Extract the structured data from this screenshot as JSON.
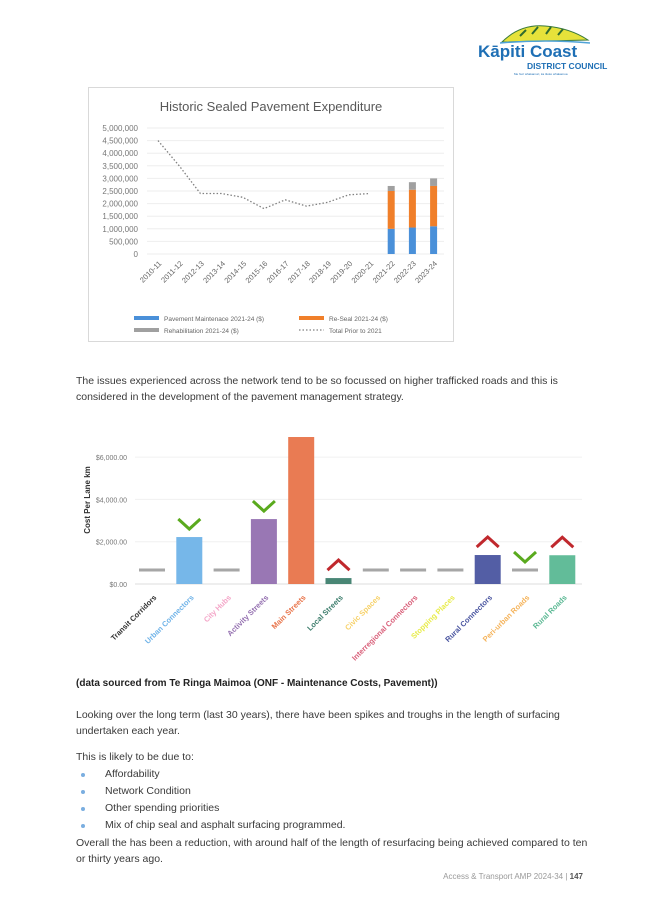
{
  "header": {
    "logo_name": "Kāpiti Coast",
    "logo_sub": "DISTRICT COUNCIL",
    "logo_tagline": "Me huri whakamuri, ka titoko whakamua"
  },
  "chart_data": [
    {
      "type": "bar",
      "title": "Historic Sealed Pavement Expenditure",
      "categories": [
        "2010-11",
        "2011-12",
        "2012-13",
        "2013-14",
        "2014-15",
        "2015-16",
        "2016-17",
        "2017-18",
        "2018-19",
        "2019-20",
        "2020-21",
        "2021-22",
        "2022-23",
        "2023-24"
      ],
      "ylim": [
        0,
        5000000
      ],
      "yticks": [
        "0",
        "500,000",
        "1,000,000",
        "1,500,000",
        "2,000,000",
        "2,500,000",
        "3,000,000",
        "3,500,000",
        "4,000,000",
        "4,500,000",
        "5,000,000"
      ],
      "series": [
        {
          "name": "Pavement Maintenace 2021-24 ($)",
          "kind": "stacked-bar",
          "color": "#4a90d9",
          "values": [
            null,
            null,
            null,
            null,
            null,
            null,
            null,
            null,
            null,
            null,
            null,
            1000000,
            1050000,
            1100000
          ]
        },
        {
          "name": "Re-Seal 2021-24 ($)",
          "kind": "stacked-bar",
          "color": "#f07f2a",
          "values": [
            null,
            null,
            null,
            null,
            null,
            null,
            null,
            null,
            null,
            null,
            null,
            1500000,
            1500000,
            1600000
          ]
        },
        {
          "name": "Rehabilitation 2021-24 ($)",
          "kind": "stacked-bar",
          "color": "#a0a0a0",
          "values": [
            null,
            null,
            null,
            null,
            null,
            null,
            null,
            null,
            null,
            null,
            null,
            200000,
            300000,
            300000
          ]
        },
        {
          "name": "Total Prior to 2021",
          "kind": "dotted-line",
          "color": "#808080",
          "values": [
            4500000,
            3500000,
            2400000,
            2400000,
            2250000,
            1800000,
            2150000,
            1900000,
            2050000,
            2350000,
            2400000,
            null,
            null,
            null
          ]
        }
      ],
      "legend": "bottom"
    },
    {
      "type": "bar",
      "ylabel": "Cost Per Lane km",
      "ylim": [
        0,
        7000
      ],
      "yticks": [
        "$0.00",
        "$2,000.00",
        "$4,000.00",
        "$6,000.00"
      ],
      "categories": [
        "Transit Corridors",
        "Urban Connectors",
        "City Hubs",
        "Activity Streets",
        "Main Streets",
        "Local Streets",
        "Civic Spaces",
        "Interregional Connectors",
        "Stopping Places",
        "Rural Connectors",
        "Peri-urban Roads",
        "Rural Roads"
      ],
      "colors": [
        "#333333",
        "#6fb3e8",
        "#f4a6c8",
        "#9470b0",
        "#e8744a",
        "#3f7f6e",
        "#f7d26a",
        "#d9607a",
        "#e8ec4a",
        "#4a55a0",
        "#f5b35a",
        "#5ab893"
      ],
      "values": [
        null,
        2220,
        null,
        3070,
        6950,
        280,
        null,
        null,
        null,
        1370,
        null,
        1360
      ],
      "indicators": [
        "none",
        "check",
        "none",
        "check",
        "none",
        "up",
        "none",
        "none",
        "none",
        "up",
        "check",
        "up"
      ]
    }
  ],
  "body": {
    "para1": "The issues experienced across the network tend to be so focussed on higher trafficked roads and this is considered in the development of the pavement management strategy.",
    "source": "(data sourced from Te Ringa Maimoa (ONF - Maintenance Costs, Pavement))",
    "para2": "Looking over the long term (last 30 years), there have been spikes and troughs in the length of surfacing undertaken each year.",
    "para3": "This is likely to be due to:",
    "bullets": [
      "Affordability",
      "Network Condition",
      "Other spending priorities",
      "Mix of chip seal and asphalt surfacing programmed."
    ],
    "para4": "Overall the has been a reduction, with around half of the length of resurfacing being achieved compared to ten or thirty years ago."
  },
  "footer": {
    "doc": "Access & Transport AMP 2024-34",
    "sep": "|",
    "page": "147"
  }
}
